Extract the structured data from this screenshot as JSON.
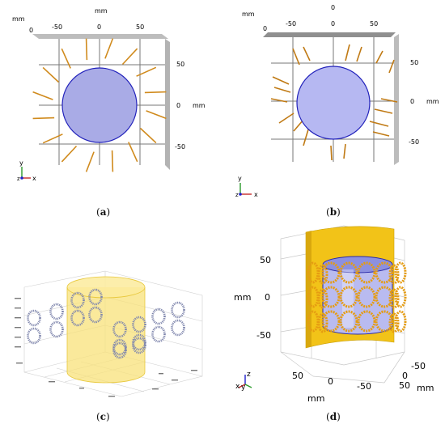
{
  "panel_a": {
    "caption_pre": "(",
    "caption_letter": "a",
    "caption_post": ")",
    "unit_top": "mm",
    "unit_right": "mm",
    "unit_topleft": "mm",
    "top_ticks": [
      "-50",
      "0",
      "50"
    ],
    "top_zero": "0",
    "right_ticks": [
      "50",
      "0",
      "-50"
    ],
    "axis_y": "y",
    "axis_x": "x",
    "axis_z": "z",
    "colors": {
      "circle_fill": "#a9abe6",
      "circle_stroke": "#2222bb",
      "rod": "#d08a1c"
    }
  },
  "panel_b": {
    "caption_pre": "(",
    "caption_letter": "b",
    "caption_post": ")",
    "unit_topleft": "mm",
    "unit_right": "mm",
    "top_ticks": [
      "-50",
      "0",
      "50"
    ],
    "top_zero": "0",
    "right_ticks": [
      "50",
      "0",
      "-50"
    ],
    "axis_y": "y",
    "axis_x": "x",
    "axis_z": "z",
    "colors": {
      "circle_fill": "#b6b8f2",
      "circle_stroke": "#2222bb",
      "rod": "#c07a14"
    }
  },
  "panel_c": {
    "caption_pre": "(",
    "caption_letter": "c",
    "caption_post": ")",
    "colors": {
      "cylinder": "#f8e27a",
      "rings": "#8d93b8"
    }
  },
  "panel_d": {
    "caption_pre": "(",
    "caption_letter": "d",
    "caption_post": ")",
    "z_ticks": [
      "50",
      "0",
      "-50"
    ],
    "z_unit": "mm",
    "x_ticks": [
      "50",
      "0",
      "-50"
    ],
    "x_unit": "mm",
    "y_ticks": [
      "-50",
      "0",
      "50"
    ],
    "y_unit": "mm",
    "axis_z": "z",
    "axis_x": "x",
    "axis_y": "y",
    "colors": {
      "shield": "#f2c318",
      "cylinder": "#b9bbf0",
      "rings": "#e59c12"
    }
  }
}
